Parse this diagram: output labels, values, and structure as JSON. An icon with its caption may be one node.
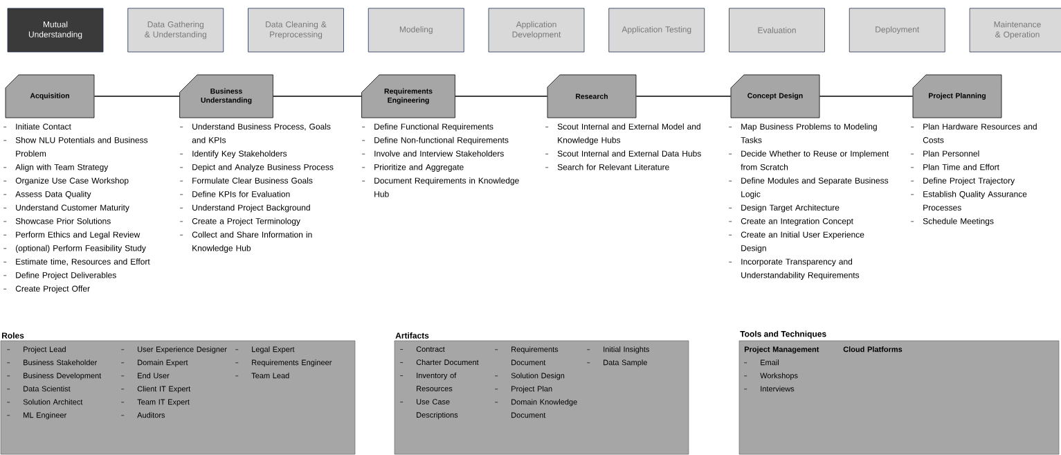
{
  "diagram": {
    "nodes": [
      {
        "text": [
          "Mutual Understanding"
        ]
      },
      {
        "text": [
          "Data Gathering & Understanding"
        ]
      },
      {
        "text": [
          "Data Cleaning & Preprocessing"
        ]
      },
      {
        "text": [
          "Modeling"
        ]
      },
      {
        "text": [
          "Application Development"
        ]
      },
      {
        "text": [
          "Application Testing"
        ]
      },
      {
        "text": [
          "Evaluation"
        ]
      },
      {
        "text": [
          "Deployment"
        ]
      },
      {
        "text": [
          "Maintenance & Operation"
        ]
      },
      {
        "text": [
          "Acquisition"
        ],
        "beside": [
          "Initiate Contact",
          "Show NLU Potentials and Business Problem",
          "Align with Team Strategy",
          "Organize Use Case Workshop",
          "Assess Data Quality",
          "Understand Customer Maturity",
          "Showcase Prior Solutions",
          "Perform Ethics and Legal Review",
          "(optional) Perform Feasibility Study",
          "Estimate time, Resources and Effort",
          "Define Project Deliverables",
          "Create Project Offer"
        ]
      },
      {
        "text": [
          "Business Understanding"
        ],
        "beside": [
          "Understand Business Process, Goals and KPIs",
          "Identify Key Stakeholders",
          "Depict and Analyze Business Process",
          "Formulate Clear Business Goals",
          "Define KPIs for Evaluation",
          "Understand Project Background",
          "Create a Project Terminology",
          "Collect and Share Information in Knowledge Hub"
        ]
      },
      {
        "text": [
          "Requirements Engineering"
        ],
        "beside": [
          "Define Functional Requirements",
          "Define Non-functional Requirements",
          "Involve and Interview Stakeholders",
          "Prioritize and Aggregate",
          "Document Requirements in Knowledge Hub"
        ]
      },
      {
        "text": [
          "Research"
        ],
        "beside": [
          "Scout Internal and External Model and Knowledge Hubs",
          "Scout Internal and External Data Hubs",
          "Search for Relevant Literature"
        ]
      },
      {
        "text": [
          "Concept Design"
        ],
        "beside": [
          "Map Business Problems to Modeling Tasks",
          "Decide Whether to Reuse or Implement from Scratch",
          "Define Modules and Separate Business Logic",
          "Design Target Architecture",
          "Create an Integration Concept",
          "Create an Initial User Experience Design",
          "Incorporate Transparency and Understandability Requirements"
        ]
      },
      {
        "text": [
          "Project Planning"
        ],
        "beside": [
          "Plan Hardware Resources and Costs",
          "Plan Personnel",
          "Plan Time and Effort",
          "Define Project Trajectory",
          "Establish Quality Assurance Processes",
          "Schedule Meetings"
        ]
      },
      {
        "text": [
          "Roles",
          "Project Lead",
          "Business Stakeholder",
          "Business Development",
          "Data Scientist",
          "Solution Architect",
          "ML Engineer",
          "User Experience Designer",
          "Domain Expert",
          "End User",
          "Client IT Expert",
          "Team IT Expert",
          "Auditors",
          "Legal Expert",
          "Requirements Engineer",
          "Team Lead"
        ]
      },
      {
        "text": [
          "Artifacts",
          "Contract",
          "Charter Document",
          "Inventory of Resources",
          "Use Case Descriptions",
          "Requirements Document",
          "Solution Design",
          "Project Plan",
          "Domain Knowledge Document",
          "Initial Insights",
          "Data Sample"
        ]
      },
      {
        "text": [
          "Tools and Techniques",
          "Project Management",
          "Email",
          "Workshops",
          "Interviews",
          "Cloud Platforms"
        ]
      }
    ],
    "edges": [
      {
        "from": 9,
        "to": 10,
        "arrow": "none"
      },
      {
        "from": 10,
        "to": 11,
        "arrow": "none"
      },
      {
        "from": 11,
        "to": 12,
        "arrow": "none"
      },
      {
        "from": 12,
        "to": 13,
        "arrow": "none"
      },
      {
        "from": 13,
        "to": 14,
        "arrow": "none"
      }
    ]
  }
}
